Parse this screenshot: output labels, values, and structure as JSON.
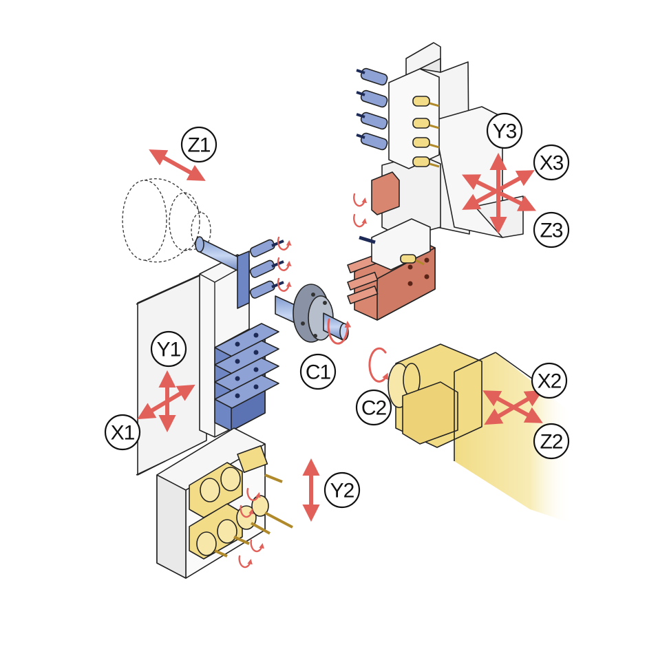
{
  "axes": {
    "z1": "Z1",
    "y1": "Y1",
    "x1": "X1",
    "c1": "C1",
    "y2": "Y2",
    "c2": "C2",
    "x2": "X2",
    "z2": "Z2",
    "y3": "Y3",
    "x3": "X3",
    "z3": "Z3"
  },
  "colors": {
    "arrow": "#e2605a",
    "blue_tools": "#6f86c4",
    "copper_tools": "#d98670",
    "gold_tools": "#f3dc88",
    "body_gray": "#f0f0f0",
    "chuck_gray": "#8a93a6",
    "spindle2": "#f3e196"
  }
}
